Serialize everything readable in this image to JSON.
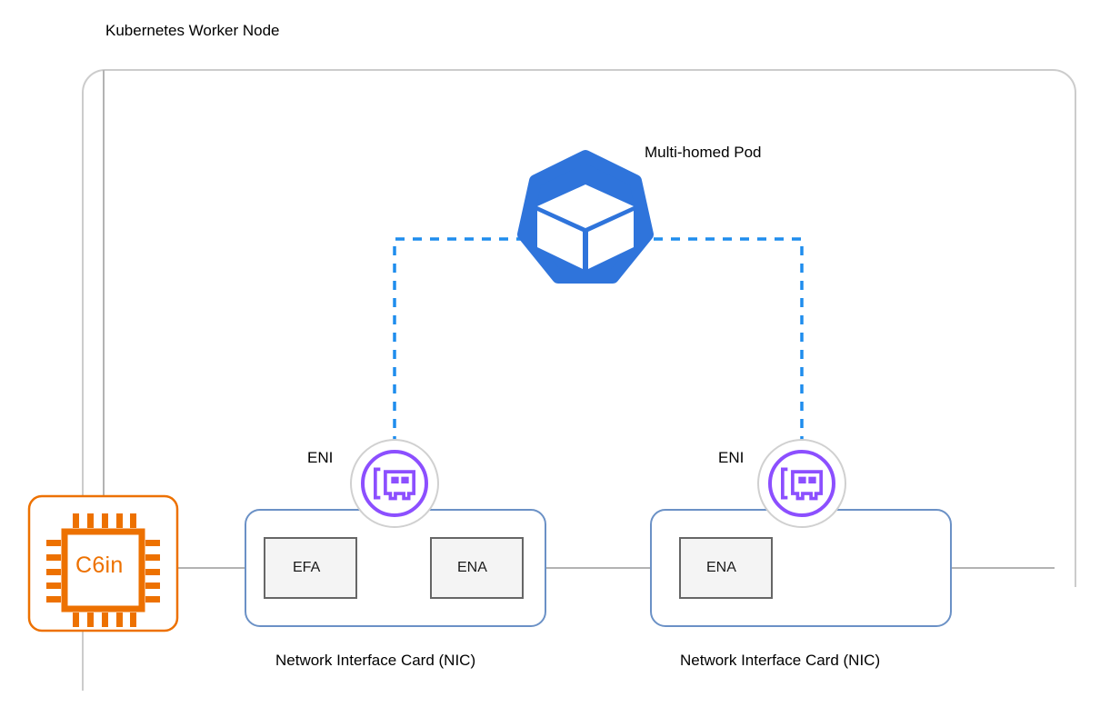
{
  "diagram": {
    "title": "Kubernetes Worker Node",
    "pod": {
      "label": "Multi-homed Pod",
      "icon": "kubernetes-pod-icon",
      "color": "#2f74db"
    },
    "instance": {
      "label": "C6in",
      "icon": "cpu-chip-icon",
      "color": "#ed7100"
    },
    "enis": [
      {
        "label": "ENI",
        "icon": "network-interface-icon",
        "color": "#8c4fff"
      },
      {
        "label": "ENI",
        "icon": "network-interface-icon",
        "color": "#8c4fff"
      }
    ],
    "nics": [
      {
        "label": "Network Interface Card (NIC)",
        "border_color": "#6b91c6",
        "adapters": [
          {
            "label": "EFA"
          },
          {
            "label": "ENA"
          }
        ]
      },
      {
        "label": "Network Interface Card (NIC)",
        "border_color": "#6b91c6",
        "adapters": [
          {
            "label": "ENA"
          }
        ]
      }
    ],
    "connections": {
      "pod_to_eni_style": "dashed",
      "pod_to_eni_color": "#1f8ded",
      "instance_to_nic_color": "#b3b3b3",
      "node_border_color": "#cccccc"
    }
  }
}
